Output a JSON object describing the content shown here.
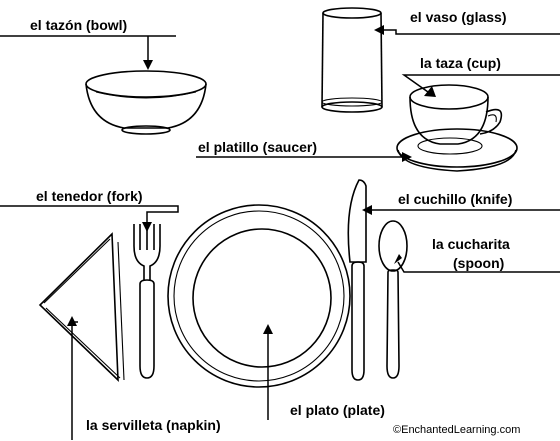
{
  "labels": {
    "bowl": "el tazón (bowl)",
    "glass": "el vaso (glass)",
    "cup": "la taza (cup)",
    "saucer": "el platillo (saucer)",
    "fork": "el tenedor (fork)",
    "knife": "el cuchillo (knife)",
    "spoon_line1": "la cucharita",
    "spoon_line2": "(spoon)",
    "plate": "el plato (plate)",
    "napkin": "la servilleta (napkin)"
  },
  "credit": "©EnchantedLearning.com"
}
